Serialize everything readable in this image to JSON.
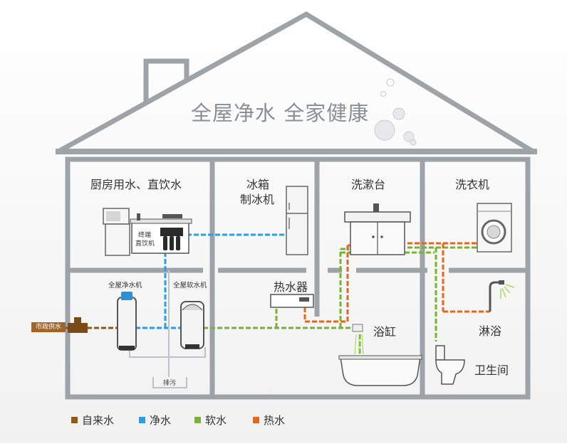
{
  "title": "全屋净水 全家健康",
  "rooms": {
    "kitchen": "厨房用水、直饮水",
    "fridge_line1": "冰箱",
    "fridge_line2": "制冰机",
    "washbasin": "洗漱台",
    "washer": "洗衣机",
    "heater": "热水器",
    "bathtub": "浴缸",
    "shower": "淋浴",
    "toilet": "卫生间"
  },
  "devices": {
    "whole_purifier": "全屋净水机",
    "whole_softener": "全屋软水机",
    "direct_drink_line1": "终端",
    "direct_drink_line2": "直饮机",
    "drain": "排污",
    "city_water": "市政供水"
  },
  "legend": [
    {
      "label": "自来水",
      "color": "#8b5a1e"
    },
    {
      "label": "净水",
      "color": "#2b9fe0"
    },
    {
      "label": "软水",
      "color": "#78b234"
    },
    {
      "label": "热水",
      "color": "#e8651f"
    }
  ],
  "colors": {
    "wall": "#9ea3a8",
    "tap_water": "#8b5a1e",
    "pure_water": "#2b9fe0",
    "soft_water": "#78b234",
    "hot_water": "#e8651f"
  }
}
